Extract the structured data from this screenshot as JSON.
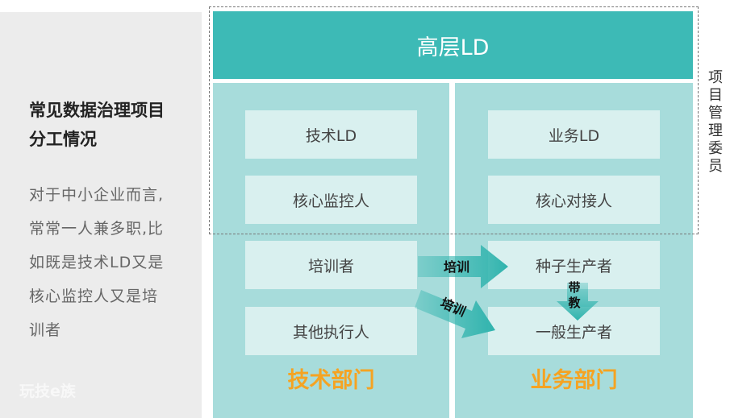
{
  "sidebar": {
    "title_line1": "常见数据治理项目",
    "title_line2": "分工情况",
    "desc_lines": [
      "对于中小企业而言,",
      "常常一人兼多职,比",
      "如既是技术LD又是",
      "核心监控人又是培",
      "训者"
    ],
    "brand": "玩技e族"
  },
  "top": {
    "label": "高层LD"
  },
  "committee": {
    "label": "项目管理委员"
  },
  "tech_dept": {
    "label": "技术部门",
    "roles": [
      "技术LD",
      "核心监控人",
      "培训者",
      "其他执行人"
    ]
  },
  "biz_dept": {
    "label": "业务部门",
    "roles": [
      "业务LD",
      "核心对接人",
      "种子生产者",
      "一般生产者"
    ]
  },
  "arrows": {
    "train1": "培训",
    "train2": "培训",
    "teach_line1": "带",
    "teach_line2": "教"
  },
  "colors": {
    "teal": "#3dbab6",
    "light_teal": "#a7dcdb",
    "role_bg": "#d9f0ef",
    "orange": "#f5a322"
  }
}
